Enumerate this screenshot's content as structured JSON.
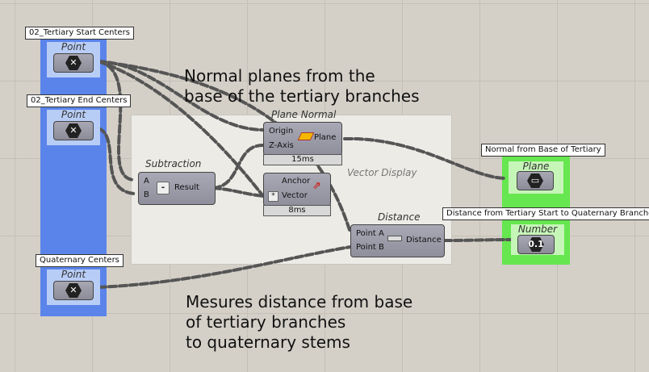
{
  "notes": {
    "top_line1": "Normal planes from the",
    "top_line2": "base of the tertiary branches",
    "bottom_line1": "Mesures distance from base",
    "bottom_line2": "of tertiary branches",
    "bottom_line3": "to quaternary stems"
  },
  "params": [
    {
      "tooltip": "02_Tertiary Start Centers",
      "title": "Point",
      "icon": "x"
    },
    {
      "tooltip": "02_Tertiary End Centers",
      "title": "Point",
      "icon": "x"
    },
    {
      "tooltip": "Quaternary Centers",
      "title": "Point",
      "icon": "x"
    },
    {
      "tooltip": "Normal from Base of Tertiary",
      "title": "Plane",
      "icon": "plane"
    },
    {
      "tooltip": "Distance from Tertiary Start to Quaternary Branches",
      "title": "Number",
      "icon": "0.1"
    }
  ],
  "subtraction": {
    "title": "Subtraction",
    "in_a": "A",
    "in_b": "B",
    "op": "-",
    "out": "Result"
  },
  "plane_normal": {
    "title": "Plane Normal",
    "in1": "Origin",
    "in2": "Z-Axis",
    "out": "Plane",
    "time": "15ms"
  },
  "vector_display": {
    "title": "Vector Display",
    "in1": "Anchor",
    "in2": "Vector",
    "time": "8ms"
  },
  "distance": {
    "title": "Distance",
    "in1": "Point A",
    "in2": "Point B",
    "out": "Distance"
  },
  "colors": {
    "blue_group": "#5a84ea",
    "green_group": "#66e64f",
    "panel": "#ecebe6"
  }
}
